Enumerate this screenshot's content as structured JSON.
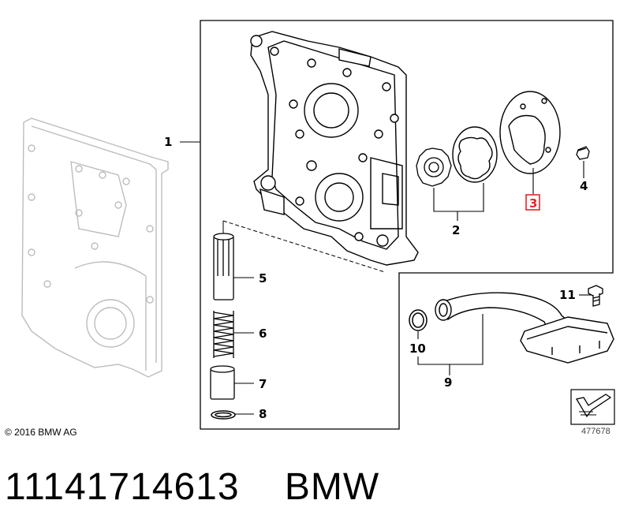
{
  "callouts": {
    "c1": "1",
    "c2": "2",
    "c3": "3",
    "c4": "4",
    "c5": "5",
    "c6": "6",
    "c7": "7",
    "c8": "8",
    "c9": "9",
    "c10": "10",
    "c11": "11"
  },
  "highlight_color": "#e8232a",
  "copyright": "© 2016 BMW AG",
  "catalog_number": "477678",
  "title": {
    "part_number": "11141714613",
    "brand": "BMW"
  }
}
